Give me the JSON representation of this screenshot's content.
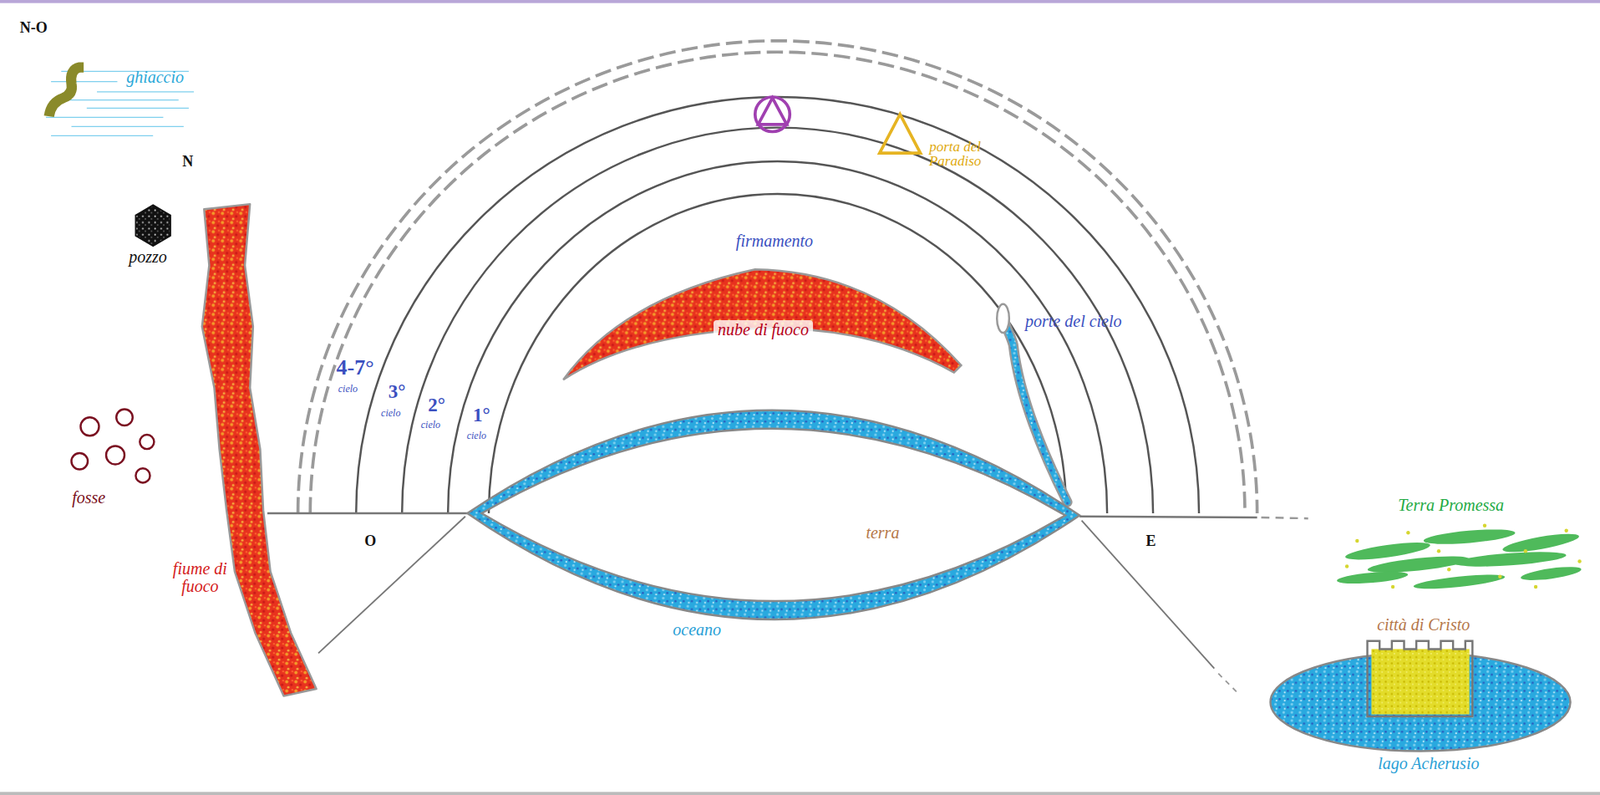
{
  "diagram": {
    "nodes": [
      {
        "text": [
          "ghiaccio"
        ]
      },
      {
        "text": [
          "pozzo"
        ]
      },
      {
        "text": [
          "fiume di fuoco"
        ]
      },
      {
        "text": [
          "fosse"
        ]
      },
      {
        "text": [
          "nube di fuoco"
        ]
      },
      {
        "text": [
          "terra",
          "oceano"
        ]
      },
      {
        "text": [
          "Terra Promessa"
        ]
      },
      {
        "text": [
          "lago Acherusio"
        ]
      },
      {
        "text": [
          "città di Cristo"
        ],
        "in": 7
      }
    ],
    "labels": [
      "N-O",
      "N",
      "4-7°",
      "cielo",
      "3°",
      "cielo",
      "2°",
      "cielo",
      "1°",
      "cielo",
      "firmamento",
      "porta del Paradiso",
      "porte del cielo",
      "O",
      "E"
    ]
  }
}
